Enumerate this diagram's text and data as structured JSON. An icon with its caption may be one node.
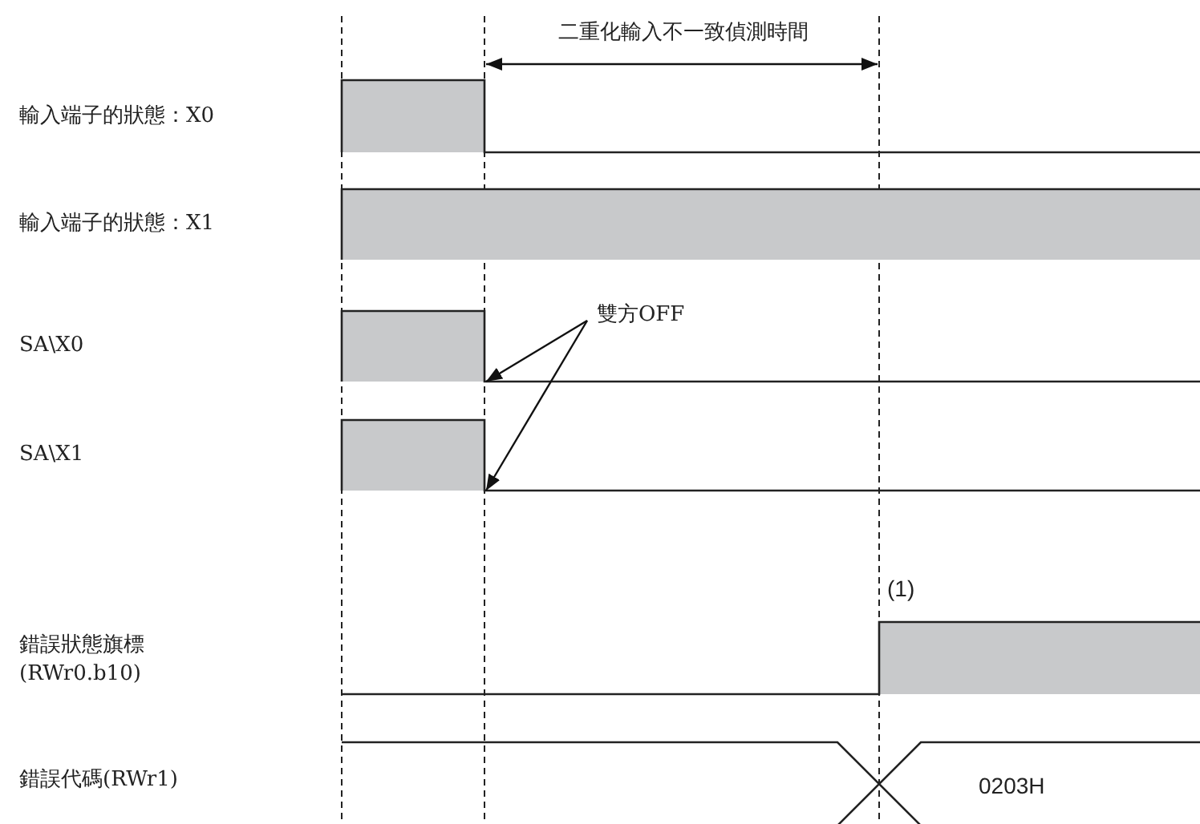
{
  "diagram": {
    "nodes": [
      {
        "text": [],
        "shape": "waveform"
      },
      {
        "text": [],
        "shape": "waveform"
      },
      {
        "text": [
          "雙方OFF"
        ]
      },
      {
        "text": [],
        "shape": "waveform"
      },
      {
        "text": [],
        "shape": "waveform"
      },
      {
        "text": [],
        "shape": "waveform"
      },
      {
        "text": [],
        "shape": "waveform"
      }
    ],
    "edges": [
      {
        "from": 2,
        "to": 3,
        "arrow": "to"
      },
      {
        "from": 2,
        "to": 4,
        "arrow": "to"
      }
    ],
    "labels": [
      "二重化輸入不一致偵測時間",
      "輸入端子的狀態：X0",
      "輸入端子的狀態：X1",
      "SA\\X0",
      "SA\\X1",
      "(1)",
      "錯誤狀態旗標(RWr0.b10)",
      "錯誤代碼(RWr1)",
      "0203H"
    ]
  }
}
